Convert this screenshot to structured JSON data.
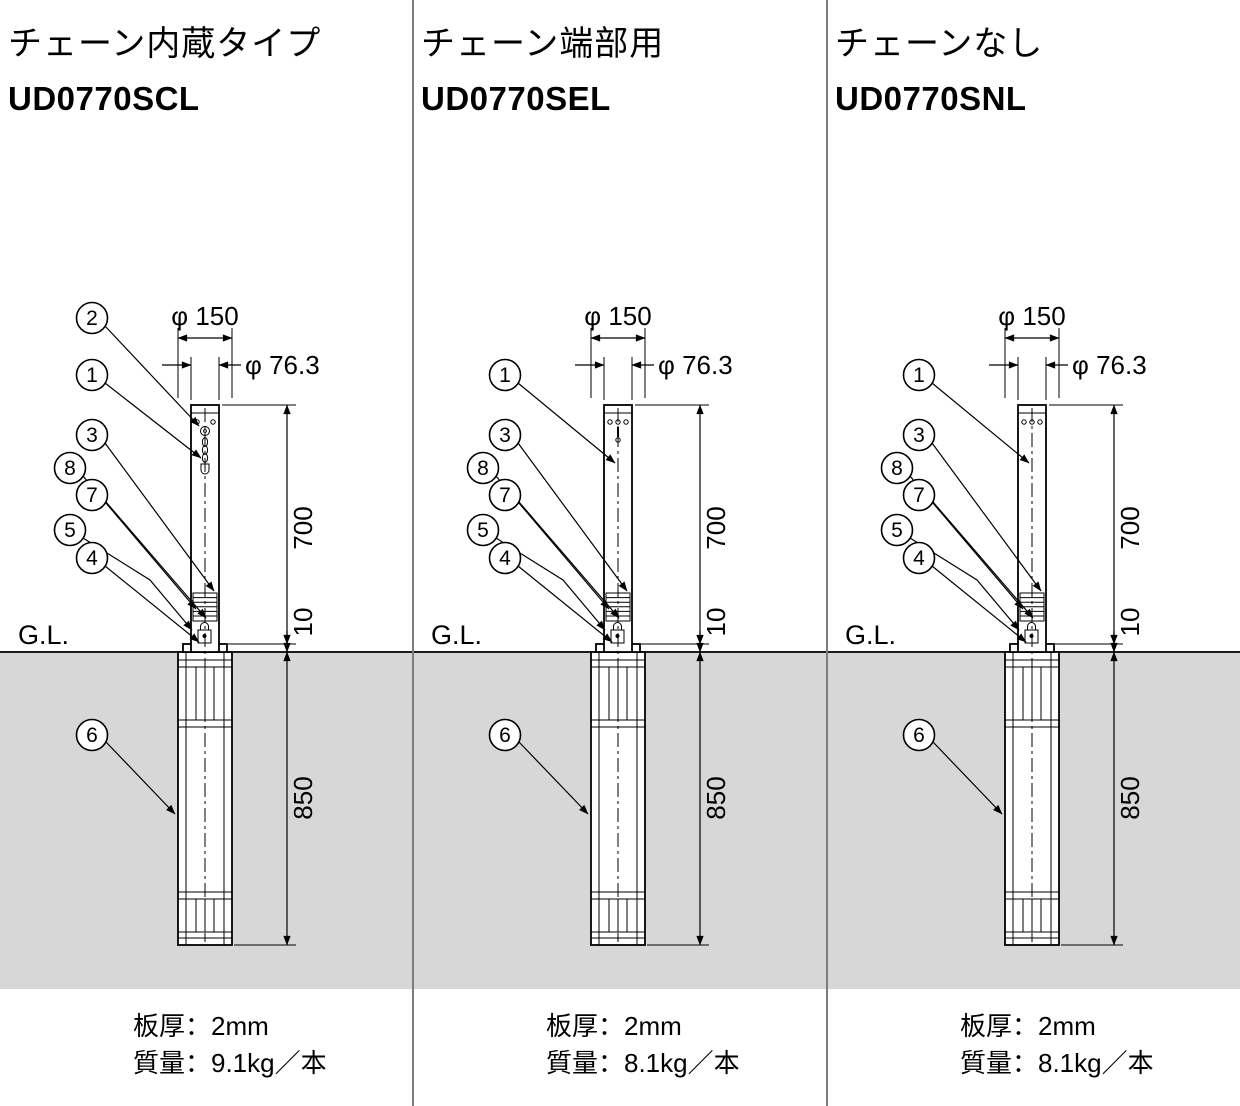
{
  "colors": {
    "ground_fill": "#d7d7d7",
    "divider": "#7d7d7d",
    "line": "#000000"
  },
  "panels": [
    {
      "title": "チェーン内蔵タイプ",
      "model": "UD0770SCL",
      "gl": "G.L.",
      "dims": {
        "top_dia": "φ 150",
        "pipe_dia": "φ 76.3",
        "above_ground": "700",
        "cap_height": "10",
        "below_ground": "850"
      },
      "callouts": {
        "c2": "2",
        "c1": "1",
        "c3": "3",
        "c8": "8",
        "c7": "7",
        "c5": "5",
        "c4": "4",
        "c6": "6"
      },
      "specs": {
        "thickness": "板厚：2mm",
        "weight": "質量：9.1kg／本"
      }
    },
    {
      "title": "チェーン端部用",
      "model": "UD0770SEL",
      "gl": "G.L.",
      "dims": {
        "top_dia": "φ 150",
        "pipe_dia": "φ 76.3",
        "above_ground": "700",
        "cap_height": "10",
        "below_ground": "850"
      },
      "callouts": {
        "c1": "1",
        "c3": "3",
        "c8": "8",
        "c7": "7",
        "c5": "5",
        "c4": "4",
        "c6": "6"
      },
      "specs": {
        "thickness": "板厚：2mm",
        "weight": "質量：8.1kg／本"
      }
    },
    {
      "title": "チェーンなし",
      "model": "UD0770SNL",
      "gl": "G.L.",
      "dims": {
        "top_dia": "φ 150",
        "pipe_dia": "φ 76.3",
        "above_ground": "700",
        "cap_height": "10",
        "below_ground": "850"
      },
      "callouts": {
        "c1": "1",
        "c3": "3",
        "c8": "8",
        "c7": "7",
        "c5": "5",
        "c4": "4",
        "c6": "6"
      },
      "specs": {
        "thickness": "板厚：2mm",
        "weight": "質量：8.1kg／本"
      }
    }
  ]
}
